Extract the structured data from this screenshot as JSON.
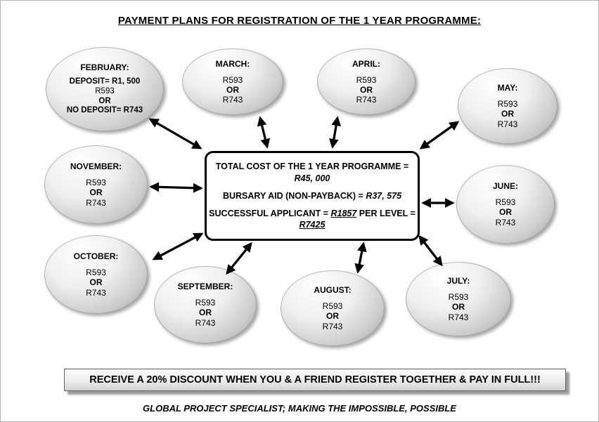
{
  "title": "PAYMENT PLANS FOR REGISTRATION OF THE 1 YEAR PROGRAMME:",
  "center_box": {
    "total_label": "TOTAL COST OF THE 1 YEAR PROGRAMME =",
    "total_value": "R45, 000",
    "bursary_label": "BURSARY AID (NON-PAYBACK) =",
    "bursary_value": "R37, 575",
    "applicant_label": "SUCCESSFUL APPLICANT =",
    "applicant_per_level": "R1857",
    "applicant_mid": "PER LEVEL =",
    "applicant_total": "R7425"
  },
  "months": {
    "february": {
      "label": "FEBRUARY:",
      "deposit_line": "DEPOSIT= R1, 500",
      "amount1": "R593",
      "or": "OR",
      "no_deposit_line": "NO DEPOSIT= R743"
    },
    "march": {
      "label": "MARCH:",
      "amount1": "R593",
      "or": "OR",
      "amount2": "R743"
    },
    "april": {
      "label": "APRIL:",
      "amount1": "R593",
      "or": "OR",
      "amount2": "R743"
    },
    "may": {
      "label": "MAY:",
      "amount1": "R593",
      "or": "OR",
      "amount2": "R743"
    },
    "june": {
      "label": "JUNE:",
      "amount1": "R593",
      "or": "OR",
      "amount2": "R743"
    },
    "july": {
      "label": "JULY:",
      "amount1": "R593",
      "or": "OR",
      "amount2": "R743"
    },
    "august": {
      "label": "AUGUST:",
      "amount1": "R593",
      "or": "OR",
      "amount2": "R743"
    },
    "september": {
      "label": "SEPTEMBER:",
      "amount1": "R593",
      "or": "OR",
      "amount2": "R743"
    },
    "october": {
      "label": "OCTOBER:",
      "amount1": "R593",
      "or": "OR",
      "amount2": "R743"
    },
    "november": {
      "label": "NOVEMBER:",
      "amount1": "R593",
      "or": "OR",
      "amount2": "R743"
    }
  },
  "banner": "RECEIVE A 20% DISCOUNT WHEN YOU & A FRIEND REGISTER TOGETHER & PAY IN FULL!!!",
  "footer": "GLOBAL PROJECT SPECIALIST; MAKING THE IMPOSSIBLE, POSSIBLE"
}
